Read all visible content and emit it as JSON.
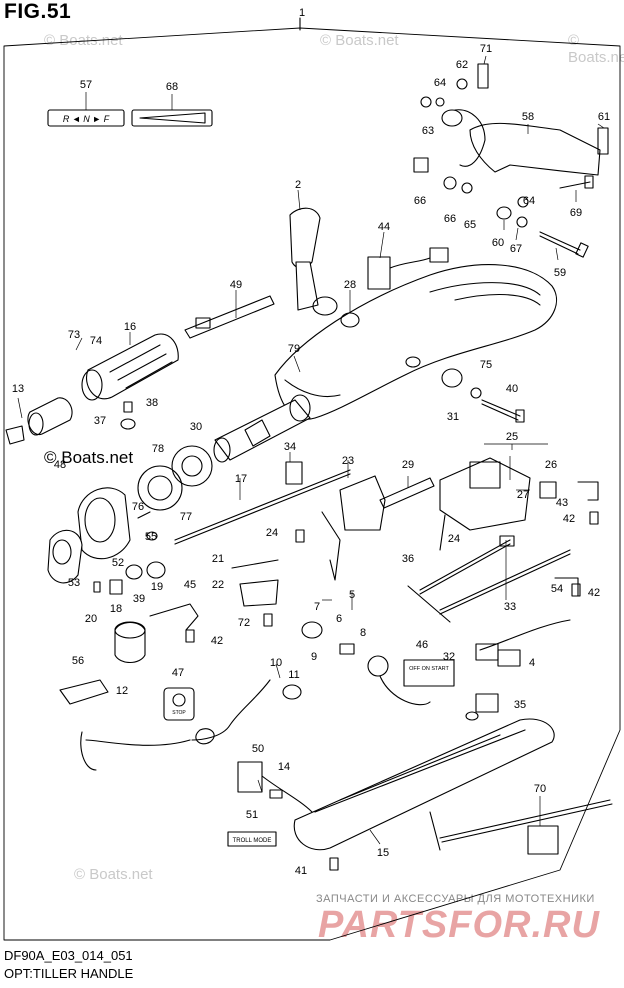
{
  "figure": {
    "title": "FIG.51",
    "code": "DF90A_E03_014_051",
    "name": "OPT:TILLER HANDLE"
  },
  "watermarks": {
    "site": "© Boats.net",
    "shop_line": "ЗАПЧАСТИ И АКСЕССУАРЫ ДЛЯ МОТОТЕХНИКИ",
    "shop_logo": "PARTSFOR.RU"
  },
  "labels": {
    "shift_plate": "R ◄ N ► F",
    "off_on_start": "OFF ON START",
    "troll_mode": "TROLL MODE",
    "stop": "STOP"
  },
  "callouts": {
    "n1": "1",
    "n2": "2",
    "n4": "4",
    "n5": "5",
    "n6": "6",
    "n7": "7",
    "n8": "8",
    "n9": "9",
    "n10": "10",
    "n11": "11",
    "n12": "12",
    "n13": "13",
    "n14": "14",
    "n15": "15",
    "n16": "16",
    "n17": "17",
    "n18": "18",
    "n19": "19",
    "n20": "20",
    "n21": "21",
    "n22": "22",
    "n23": "23",
    "n24a": "24",
    "n24b": "24",
    "n25": "25",
    "n26": "26",
    "n27": "27",
    "n28": "28",
    "n29": "29",
    "n30": "30",
    "n31": "31",
    "n32": "32",
    "n33": "33",
    "n34": "34",
    "n35": "35",
    "n36": "36",
    "n37": "37",
    "n38": "38",
    "n39": "39",
    "n40": "40",
    "n41": "41",
    "n42a": "42",
    "n42b": "42",
    "n42c": "42",
    "n43": "43",
    "n44": "44",
    "n45": "45",
    "n46": "46",
    "n47": "47",
    "n48": "48",
    "n49": "49",
    "n50": "50",
    "n51": "51",
    "n52": "52",
    "n53": "53",
    "n54": "54",
    "n55": "55",
    "n56": "56",
    "n57": "57",
    "n58": "58",
    "n59": "59",
    "n60": "60",
    "n61": "61",
    "n62": "62",
    "n63": "63",
    "n64a": "64",
    "n64b": "64",
    "n65": "65",
    "n66a": "66",
    "n66b": "66",
    "n67": "67",
    "n68": "68",
    "n69": "69",
    "n70": "70",
    "n71": "71",
    "n72": "72",
    "n73": "73",
    "n74": "74",
    "n75": "75",
    "n76": "76",
    "n77": "77",
    "n78": "78",
    "n79": "79"
  }
}
